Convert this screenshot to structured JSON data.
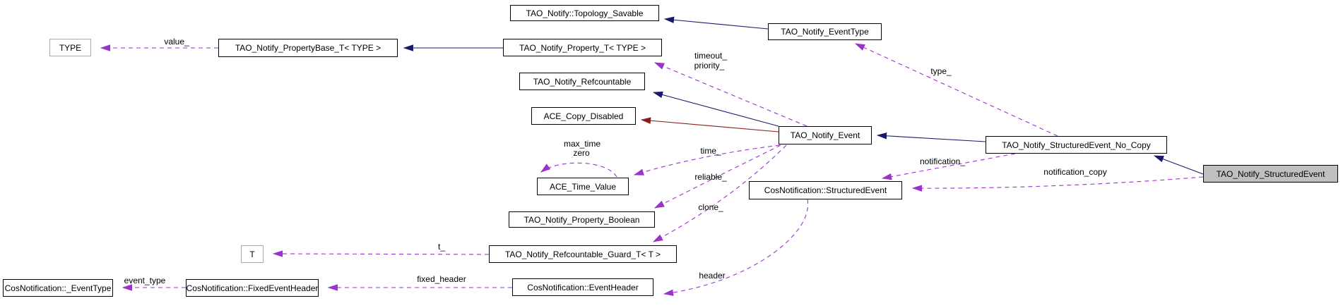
{
  "diagram": {
    "kind": "doxygen-collaboration-graph",
    "colors": {
      "background": "#ffffff",
      "text": "#000000",
      "node_fill": "#ffffff",
      "focus_node_fill": "#c0c0c0",
      "node_border": "#000000",
      "param_node_border": "#aaaaaa",
      "inheritance_edge": "#191970",
      "private_inheritance_edge": "#8b1a1a",
      "usage_edge": "#9a32cd"
    },
    "nodes": {
      "topology_savable": {
        "label": "TAO_Notify::Topology_Savable"
      },
      "event_type": {
        "label": "TAO_Notify_EventType"
      },
      "type_param": {
        "label": "TYPE"
      },
      "property_base": {
        "label": "TAO_Notify_PropertyBase_T< TYPE >"
      },
      "property_t": {
        "label": "TAO_Notify_Property_T< TYPE >"
      },
      "refcountable": {
        "label": "TAO_Notify_Refcountable"
      },
      "copy_disabled": {
        "label": "ACE_Copy_Disabled"
      },
      "event": {
        "label": "TAO_Notify_Event"
      },
      "structured_no_copy": {
        "label": "TAO_Notify_StructuredEvent_No_Copy"
      },
      "structured_event": {
        "label": "TAO_Notify_StructuredEvent"
      },
      "time_value": {
        "label": "ACE_Time_Value"
      },
      "cos_structured_event": {
        "label": "CosNotification::StructuredEvent"
      },
      "property_boolean": {
        "label": "TAO_Notify_Property_Boolean"
      },
      "t_param": {
        "label": "T"
      },
      "refcountable_guard": {
        "label": "TAO_Notify_Refcountable_Guard_T< T >"
      },
      "cos_event_type": {
        "label": "CosNotification::_EventType"
      },
      "cos_fixed_event_header": {
        "label": "CosNotification::FixedEventHeader"
      },
      "cos_event_header": {
        "label": "CosNotification::EventHeader"
      }
    },
    "edge_labels": {
      "value": "value_",
      "timeout": "timeout_",
      "priority": "priority_",
      "type": "type_",
      "max_time": "max_time",
      "zero": "zero",
      "time": "time_",
      "reliable": "reliable_",
      "clone": "clone_",
      "notification": "notification_",
      "notification_copy": "notification_copy",
      "t": "t_",
      "event_type": "event_type",
      "fixed_header": "fixed_header",
      "header": "header"
    }
  }
}
